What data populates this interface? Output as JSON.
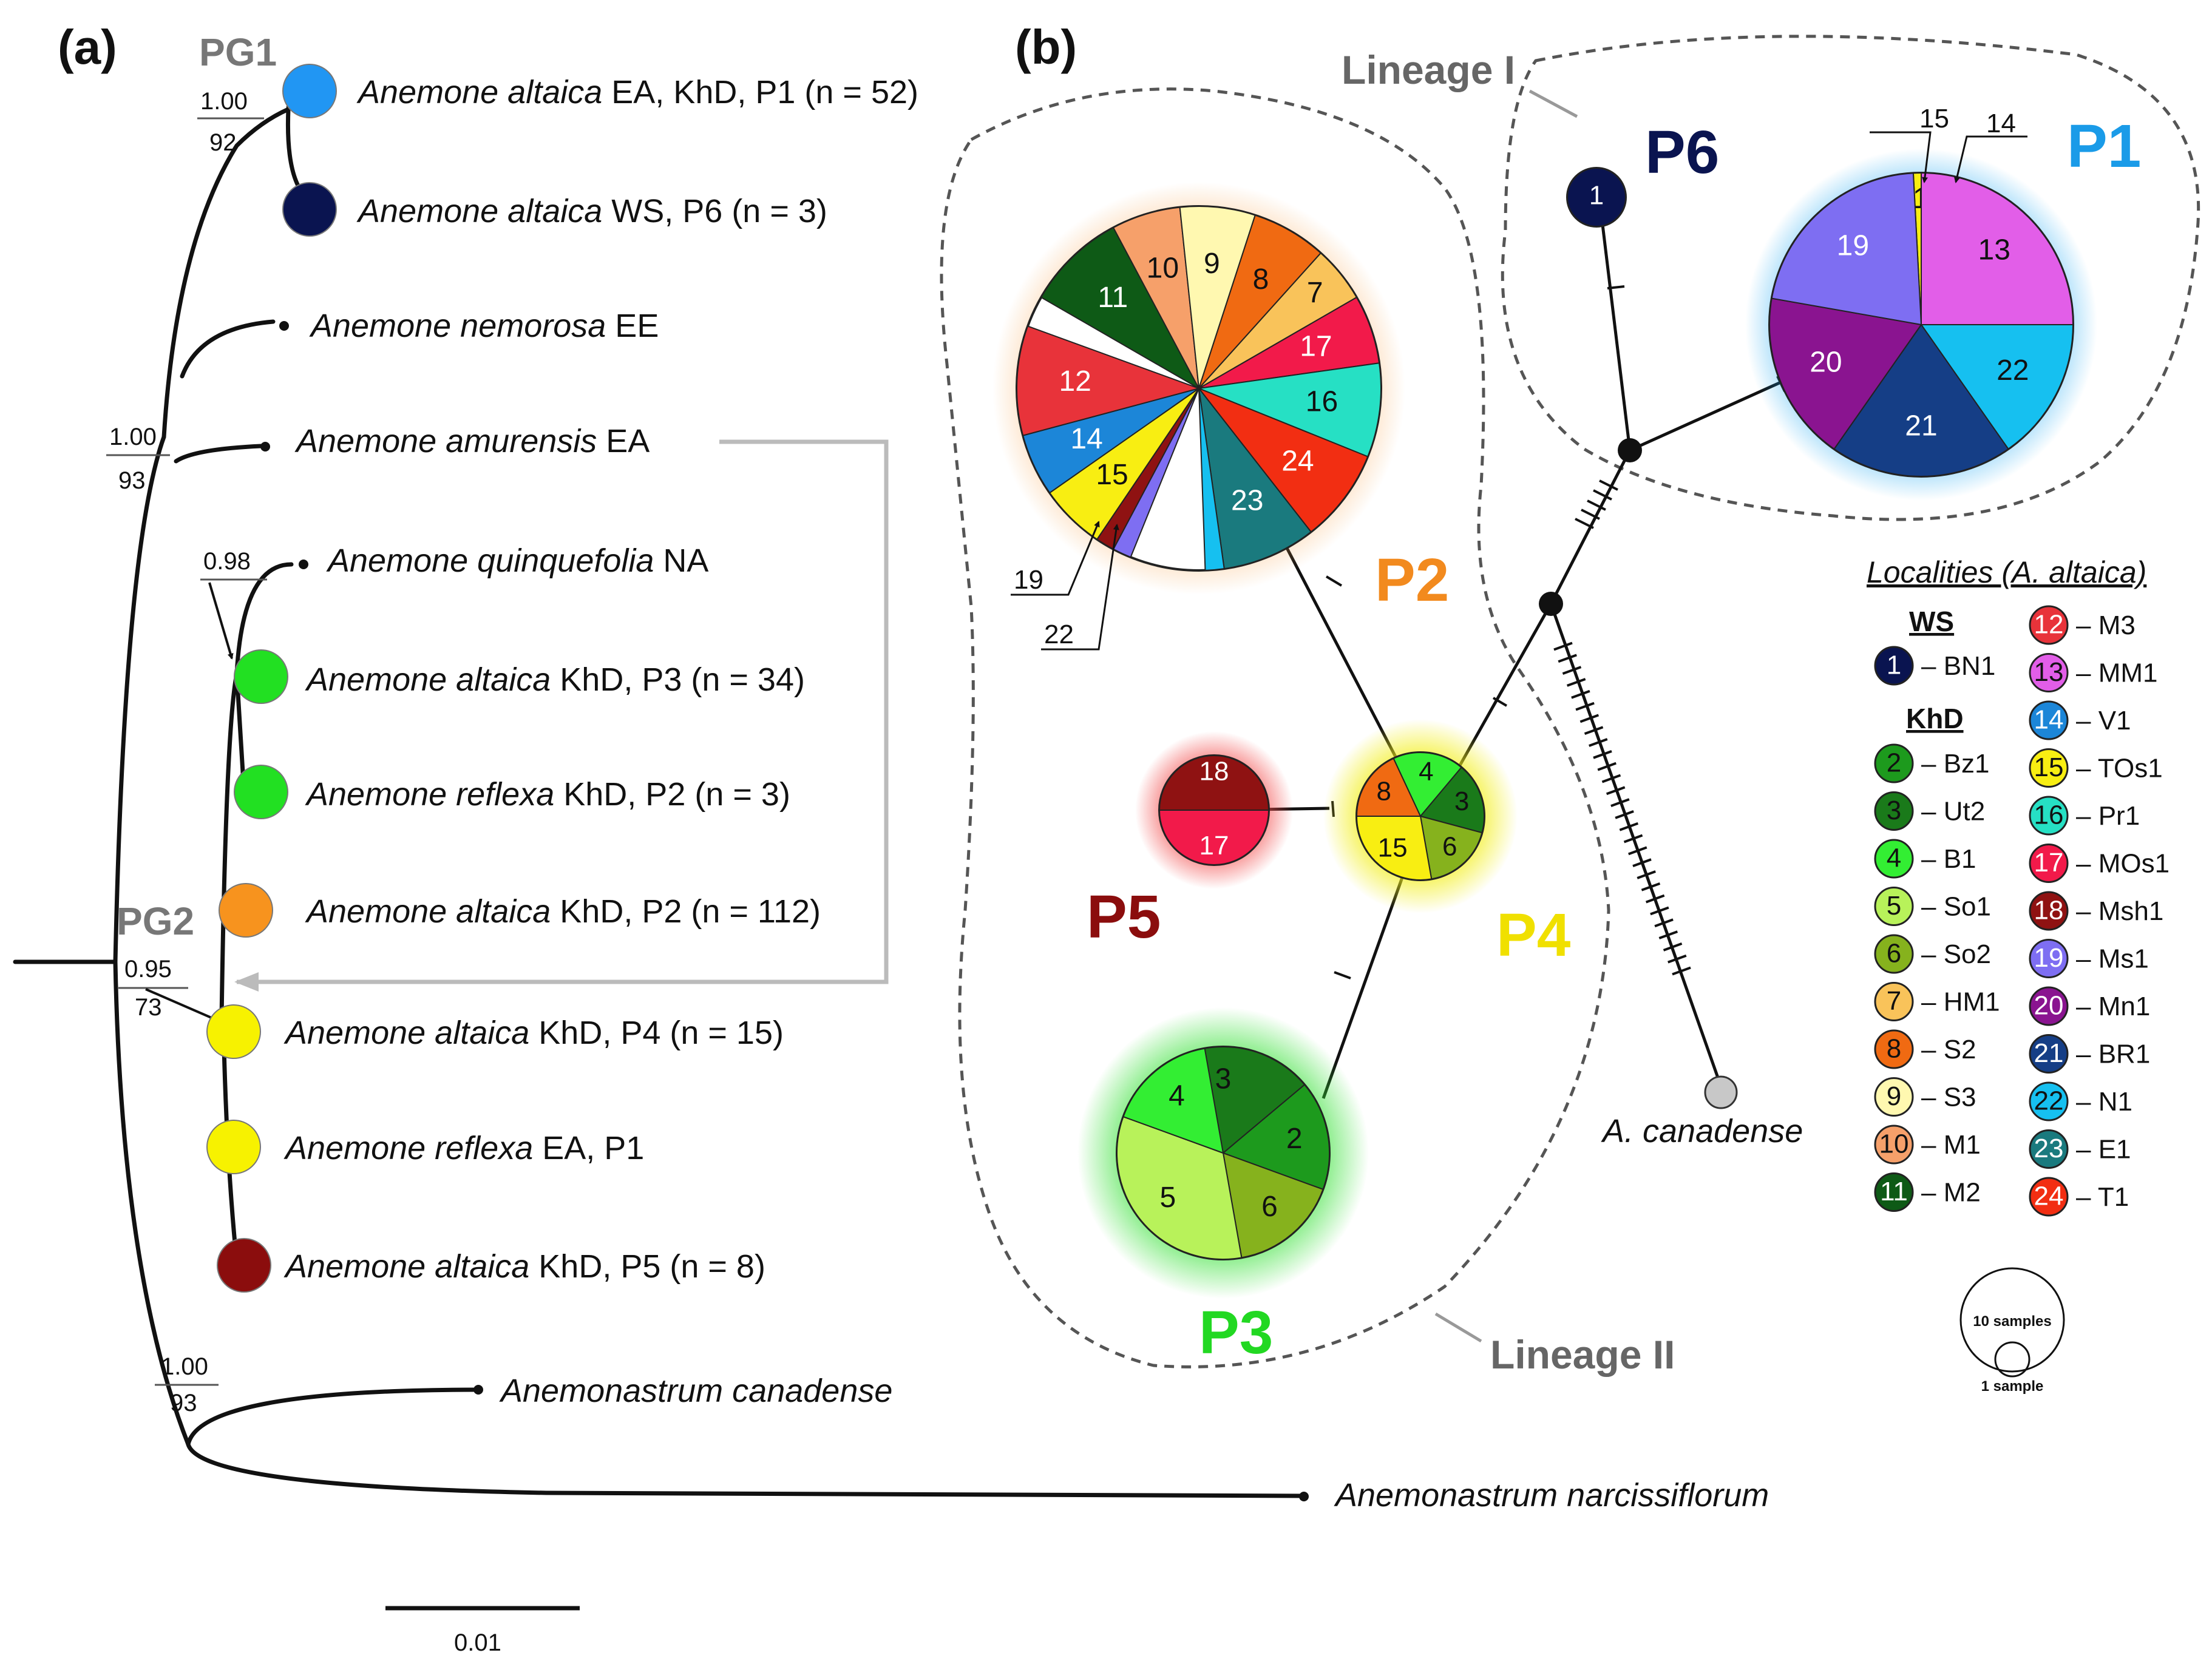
{
  "panel_a": {
    "label": "(a)",
    "pg1_label": "PG1",
    "pg2_label": "PG2",
    "support": {
      "pg1": {
        "pp": "1.00",
        "bs": "92"
      },
      "main": {
        "pp": "1.00",
        "bs": "93"
      },
      "quinq": {
        "pp": "0.98"
      },
      "pg2": {
        "pp": "0.95",
        "bs": "73"
      },
      "outgroup": {
        "pp": "1.00",
        "bs": "93"
      }
    },
    "scale_bar": "0.01",
    "taxa": [
      {
        "species": "Anemone altaica",
        "rest": " EA, KhD, P1 (n = 52)",
        "color": "#2196F3"
      },
      {
        "species": "Anemone altaica",
        "rest": " WS, P6 (n = 3)",
        "color": "#0a1450"
      },
      {
        "species": "Anemone nemorosa",
        "rest": " EE",
        "color": ""
      },
      {
        "species": "Anemone amurensis",
        "rest": " EA",
        "color": ""
      },
      {
        "species": "Anemone quinquefolia",
        "rest": " NA",
        "color": ""
      },
      {
        "species": "Anemone altaica",
        "rest": " KhD, P3 (n = 34)",
        "color": "#22e022"
      },
      {
        "species": "Anemone reflexa",
        "rest": " KhD, P2 (n = 3)",
        "color": "#22e022"
      },
      {
        "species": "Anemone altaica",
        "rest": " KhD, P2 (n = 112)",
        "color": "#f7931e"
      },
      {
        "species": "Anemone altaica",
        "rest": " KhD, P4 (n = 15)",
        "color": "#f7f200"
      },
      {
        "species": "Anemone reflexa",
        "rest": " EA, P1",
        "color": "#f7f200"
      },
      {
        "species": "Anemone altaica",
        "rest": " KhD, P5 (n = 8)",
        "color": "#8b0d0d"
      },
      {
        "species": "Anemonastrum canadense",
        "rest": "",
        "color": ""
      },
      {
        "species": "Anemonastrum narcissiflorum",
        "rest": "",
        "color": ""
      }
    ]
  },
  "panel_b": {
    "label": "(b)",
    "lineage_1": "Lineage I",
    "lineage_2": "Lineage II",
    "outgroup_label": "A. canadense",
    "populations": {
      "P1": {
        "label": "P1",
        "color": "#1a9be8"
      },
      "P2": {
        "label": "P2",
        "color": "#f28a1e"
      },
      "P3": {
        "label": "P3",
        "color": "#22d822"
      },
      "P4": {
        "label": "P4",
        "color": "#f0e000"
      },
      "P5": {
        "label": "P5",
        "color": "#8b0d0d"
      },
      "P6": {
        "label": "P6",
        "color": "#0a1450"
      }
    },
    "pies": {
      "P2": [
        "11",
        "10",
        "9",
        "8",
        "7",
        "17",
        "16",
        "24",
        "23",
        "22",
        "19",
        "18",
        "15",
        "14",
        "12"
      ],
      "P1": [
        "15",
        "14",
        "13",
        "22",
        "21",
        "20",
        "19"
      ],
      "P4": [
        "4",
        "3",
        "6",
        "15",
        "8"
      ],
      "P3": [
        "3",
        "2",
        "6",
        "5",
        "4"
      ],
      "P5": [
        "18",
        "17"
      ],
      "P6": [
        "1"
      ]
    },
    "pointer_labels": {
      "a": "19",
      "b": "22",
      "c": "15",
      "d": "14"
    }
  },
  "legend": {
    "title": "Localities (A. altaica)",
    "ws": "WS",
    "khd": "KhD",
    "items": [
      {
        "n": "1",
        "name": "– BN1",
        "color": "#0a1450",
        "text": "#ffffff"
      },
      {
        "n": "2",
        "name": "– Bz1",
        "color": "#1d9a1d",
        "text": "#111111"
      },
      {
        "n": "3",
        "name": "– Ut2",
        "color": "#1a7a1a",
        "text": "#111111"
      },
      {
        "n": "4",
        "name": "– B1",
        "color": "#33ee33",
        "text": "#111111"
      },
      {
        "n": "5",
        "name": "– So1",
        "color": "#b8f25a",
        "text": "#111111"
      },
      {
        "n": "6",
        "name": "– So2",
        "color": "#86b21d",
        "text": "#111111"
      },
      {
        "n": "7",
        "name": "– HM1",
        "color": "#f9c35a",
        "text": "#111111"
      },
      {
        "n": "8",
        "name": "– S2",
        "color": "#f06a12",
        "text": "#111111"
      },
      {
        "n": "9",
        "name": "– S3",
        "color": "#fff8b0",
        "text": "#111111"
      },
      {
        "n": "10",
        "name": "– M1",
        "color": "#f6a06a",
        "text": "#111111"
      },
      {
        "n": "11",
        "name": "– M2",
        "color": "#0e5a16",
        "text": "#ffffff"
      },
      {
        "n": "12",
        "name": "– M3",
        "color": "#e8333a",
        "text": "#ffffff"
      },
      {
        "n": "13",
        "name": "– MM1",
        "color": "#e25ee8",
        "text": "#111111"
      },
      {
        "n": "14",
        "name": "– V1",
        "color": "#1c86d8",
        "text": "#ffffff"
      },
      {
        "n": "15",
        "name": "– TOs1",
        "color": "#f8ee12",
        "text": "#111111"
      },
      {
        "n": "16",
        "name": "– Pr1",
        "color": "#26e0c4",
        "text": "#111111"
      },
      {
        "n": "17",
        "name": "– MOs1",
        "color": "#f21a4a",
        "text": "#ffffff"
      },
      {
        "n": "18",
        "name": "– Msh1",
        "color": "#8f1212",
        "text": "#ffffff"
      },
      {
        "n": "19",
        "name": "– Ms1",
        "color": "#7e6ef2",
        "text": "#ffffff"
      },
      {
        "n": "20",
        "name": "– Mn1",
        "color": "#8a1490",
        "text": "#ffffff"
      },
      {
        "n": "21",
        "name": "– BR1",
        "color": "#153e86",
        "text": "#ffffff"
      },
      {
        "n": "22",
        "name": "– N1",
        "color": "#16c0f0",
        "text": "#111111"
      },
      {
        "n": "23",
        "name": "– E1",
        "color": "#1a7a7e",
        "text": "#ffffff"
      },
      {
        "n": "24",
        "name": "– T1",
        "color": "#f22e12",
        "text": "#ffffff"
      }
    ],
    "size_big": "10 samples",
    "size_small": "1 sample"
  }
}
